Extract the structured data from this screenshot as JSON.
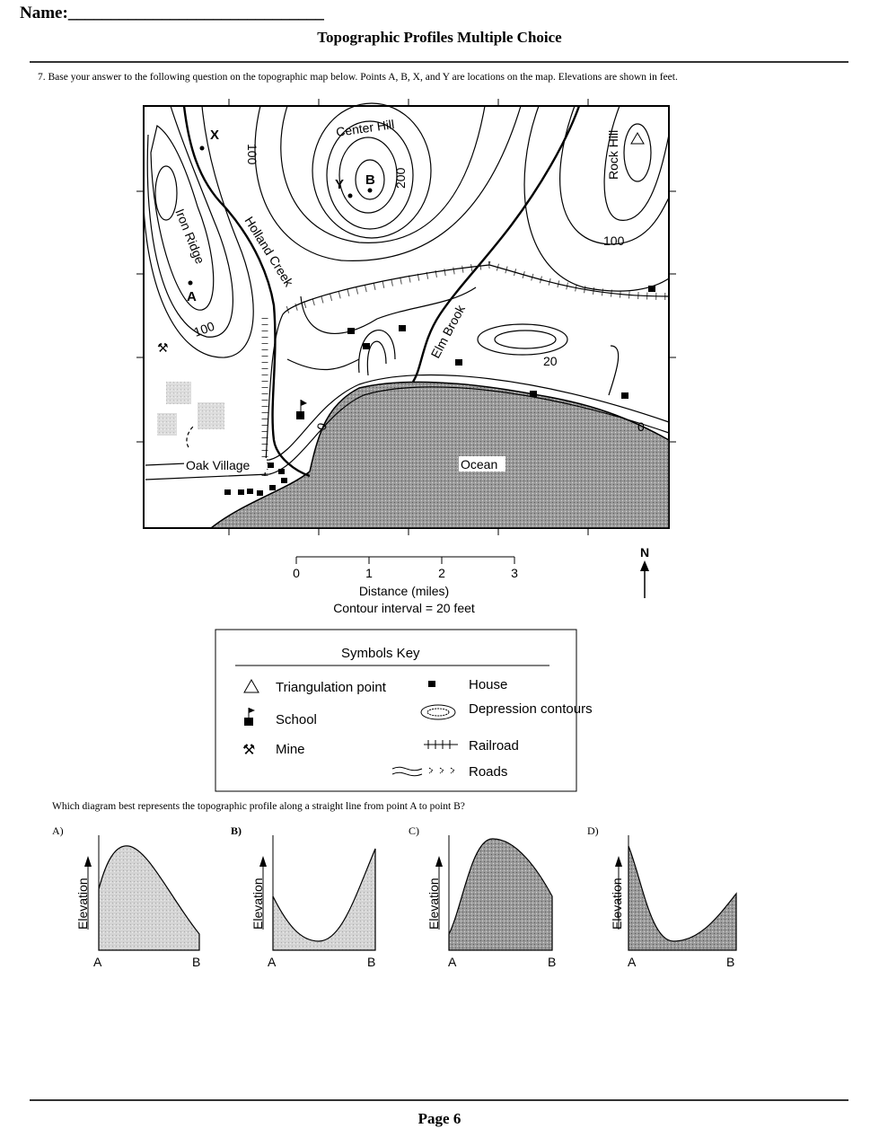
{
  "header": {
    "name_label": "Name:",
    "name_blank": "______________________________",
    "title": "Topographic Profiles Multiple Choice"
  },
  "question": {
    "number": "7.",
    "intro": "Base your answer to the following question on the topographic map below. Points A,  B,  X,  and Y are locations on the map. Elevations are shown in feet.",
    "prompt": "Which diagram best represents the topographic profile along a straight line from point A to point B?"
  },
  "map": {
    "labels": {
      "x": "X",
      "y": "Y",
      "a": "A",
      "b": "B",
      "center_hill": "Center Hill",
      "rock_hill": "Rock Hill",
      "iron_ridge": "Iron Ridge",
      "holland_creek": "Holland Creek",
      "elm_brook": "Elm Brook",
      "oak_village": "Oak Village",
      "ocean": "Ocean"
    },
    "contour_labels": {
      "c100a": "100",
      "c200": "200",
      "c100b": "100",
      "c100c": "100",
      "c20": "20",
      "c0a": "0",
      "c0b": "0"
    },
    "scale": {
      "ticks": [
        "0",
        "1",
        "2",
        "3"
      ],
      "title": "Distance (miles)",
      "contour_interval": "Contour interval = 20 feet"
    },
    "north": "N"
  },
  "key": {
    "title": "Symbols Key",
    "items": [
      "Triangulation point",
      "School",
      "Mine",
      "House",
      "Depression contours",
      "Railroad",
      "Roads"
    ],
    "depression_line2": "contours"
  },
  "choices": [
    {
      "label": "A)",
      "x_start": "A",
      "x_end": "B",
      "ylabel": "Elevation"
    },
    {
      "label": "B)",
      "x_start": "A",
      "x_end": "B",
      "ylabel": "Elevation"
    },
    {
      "label": "C)",
      "x_start": "A",
      "x_end": "B",
      "ylabel": "Elevation"
    },
    {
      "label": "D)",
      "x_start": "A",
      "x_end": "B",
      "ylabel": "Elevation"
    }
  ],
  "footer": {
    "page": "Page 6"
  }
}
